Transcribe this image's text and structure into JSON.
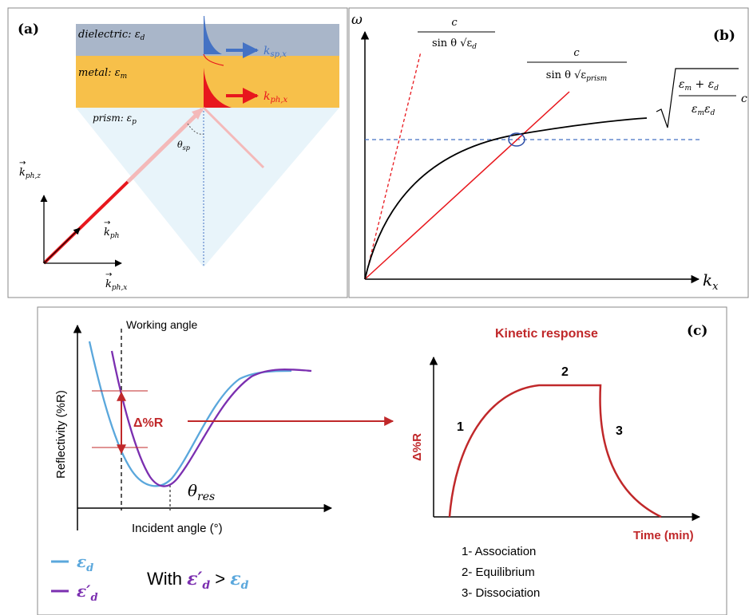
{
  "panel_a": {
    "label": "(a)",
    "dielectric_label": "dielectric: ε",
    "dielectric_sub": "d",
    "metal_label": "metal: ε",
    "metal_sub": "m",
    "prism_label": "prism: ε",
    "prism_sub": "p",
    "k_sp_x": "k",
    "k_sp_x_sub": "sp,x",
    "k_ph_x_arrow": "k",
    "k_ph_x_arrow_sub": "ph,x",
    "theta_sp": "θ",
    "theta_sp_sub": "sp",
    "k_ph_z": "k",
    "k_ph_z_sub": "ph,z",
    "k_ph": "k",
    "k_ph_sub": "ph",
    "k_ph_x": "k",
    "k_ph_x_sub": "ph,x",
    "colors": {
      "dielectric": "#a9b6c9",
      "metal": "#f7c04a",
      "prism": "#e8f4fa",
      "blue": "#4472c4",
      "red": "#e8171d"
    }
  },
  "panel_b": {
    "label": "(b)",
    "y_axis": "ω",
    "x_axis": "k",
    "x_axis_sub": "x",
    "eq1_num": "c",
    "eq1_den": "sin θ √ε",
    "eq1_den_sub": "d",
    "eq2_num": "c",
    "eq2_den": "sin θ √ε",
    "eq2_den_sub": "prism",
    "eq3_num": "ε",
    "eq3_num_sub1": "m",
    "eq3_num_mid": " + ε",
    "eq3_num_sub2": "d",
    "eq3_den": "ε",
    "eq3_den_sub1": "m",
    "eq3_den_mid": "ε",
    "eq3_den_sub2": "d",
    "eq3_tail": "c"
  },
  "panel_c": {
    "label": "(c)",
    "working_angle": "Working angle",
    "y_axis": "Reflectivity (%R)",
    "x_axis": "Incident angle (°)",
    "delta_r": "Δ%R",
    "theta_res": "θ",
    "theta_res_sub": "res",
    "legend_1": "ε",
    "legend_1_sub": "d",
    "legend_2": "ε′",
    "legend_2_sub": "d",
    "with_text": "With ",
    "with_eps1": "ε′",
    "with_eps1_sub": "d",
    "with_gt": " > ",
    "with_eps2": "ε",
    "with_eps2_sub": "d",
    "kinetic_title": "Kinetic response",
    "kinetic_y": "Δ%R",
    "kinetic_x": "Time (min)",
    "phase_1": "1",
    "phase_2": "2",
    "phase_3": "3",
    "steps": [
      "1- Association",
      "2- Equilibrium",
      "3- Dissociation"
    ],
    "colors": {
      "blue": "#5aa7dc",
      "purple": "#7b2fb0",
      "red": "#c0282a"
    }
  }
}
